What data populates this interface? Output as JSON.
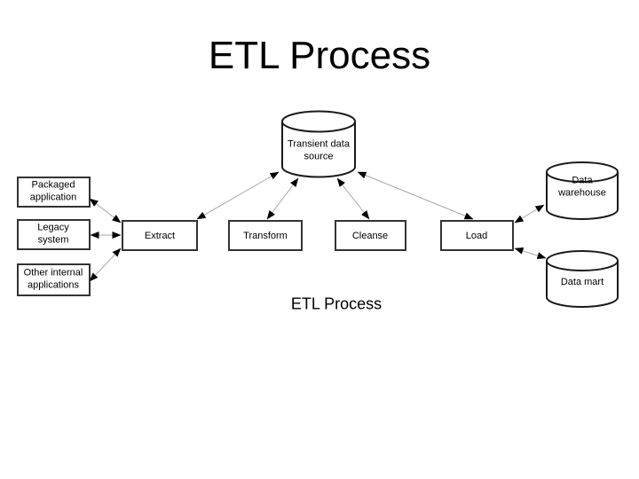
{
  "slide": {
    "title": "ETL Process",
    "caption": "ETL Process",
    "background_color": "#ffffff",
    "text_color": "#000000"
  },
  "diagram": {
    "nodes": {
      "transient": {
        "label": "Transient data\nsource",
        "shape": "cylinder"
      },
      "packaged": {
        "label": "Packaged\napplication",
        "shape": "rect"
      },
      "legacy": {
        "label": "Legacy\nsystem",
        "shape": "rect"
      },
      "other": {
        "label": "Other internal\napplications",
        "shape": "rect"
      },
      "extract": {
        "label": "Extract",
        "shape": "rect"
      },
      "transform": {
        "label": "Transform",
        "shape": "rect"
      },
      "cleanse": {
        "label": "Cleanse",
        "shape": "rect"
      },
      "load": {
        "label": "Load",
        "shape": "rect"
      },
      "warehouse": {
        "label": "Data\nwarehouse",
        "shape": "cylinder"
      },
      "datamart": {
        "label": "Data mart",
        "shape": "cylinder"
      }
    },
    "edges": [
      {
        "from": "Packaged application",
        "to": "Extract",
        "direction": "bidirectional"
      },
      {
        "from": "Legacy system",
        "to": "Extract",
        "direction": "bidirectional"
      },
      {
        "from": "Other internal applications",
        "to": "Extract",
        "direction": "bidirectional"
      },
      {
        "from": "Extract",
        "to": "Transient data source",
        "direction": "bidirectional"
      },
      {
        "from": "Transform",
        "to": "Transient data source",
        "direction": "bidirectional"
      },
      {
        "from": "Cleanse",
        "to": "Transient data source",
        "direction": "bidirectional"
      },
      {
        "from": "Load",
        "to": "Transient data source",
        "direction": "bidirectional"
      },
      {
        "from": "Load",
        "to": "Data warehouse",
        "direction": "bidirectional"
      },
      {
        "from": "Load",
        "to": "Data mart",
        "direction": "bidirectional"
      }
    ],
    "colors": {
      "connector_line": "#a6a6a6",
      "arrowhead": "#000000",
      "box_border": "#333333",
      "cylinder_outline": "#1a1a1a",
      "fill": "#ffffff"
    }
  }
}
